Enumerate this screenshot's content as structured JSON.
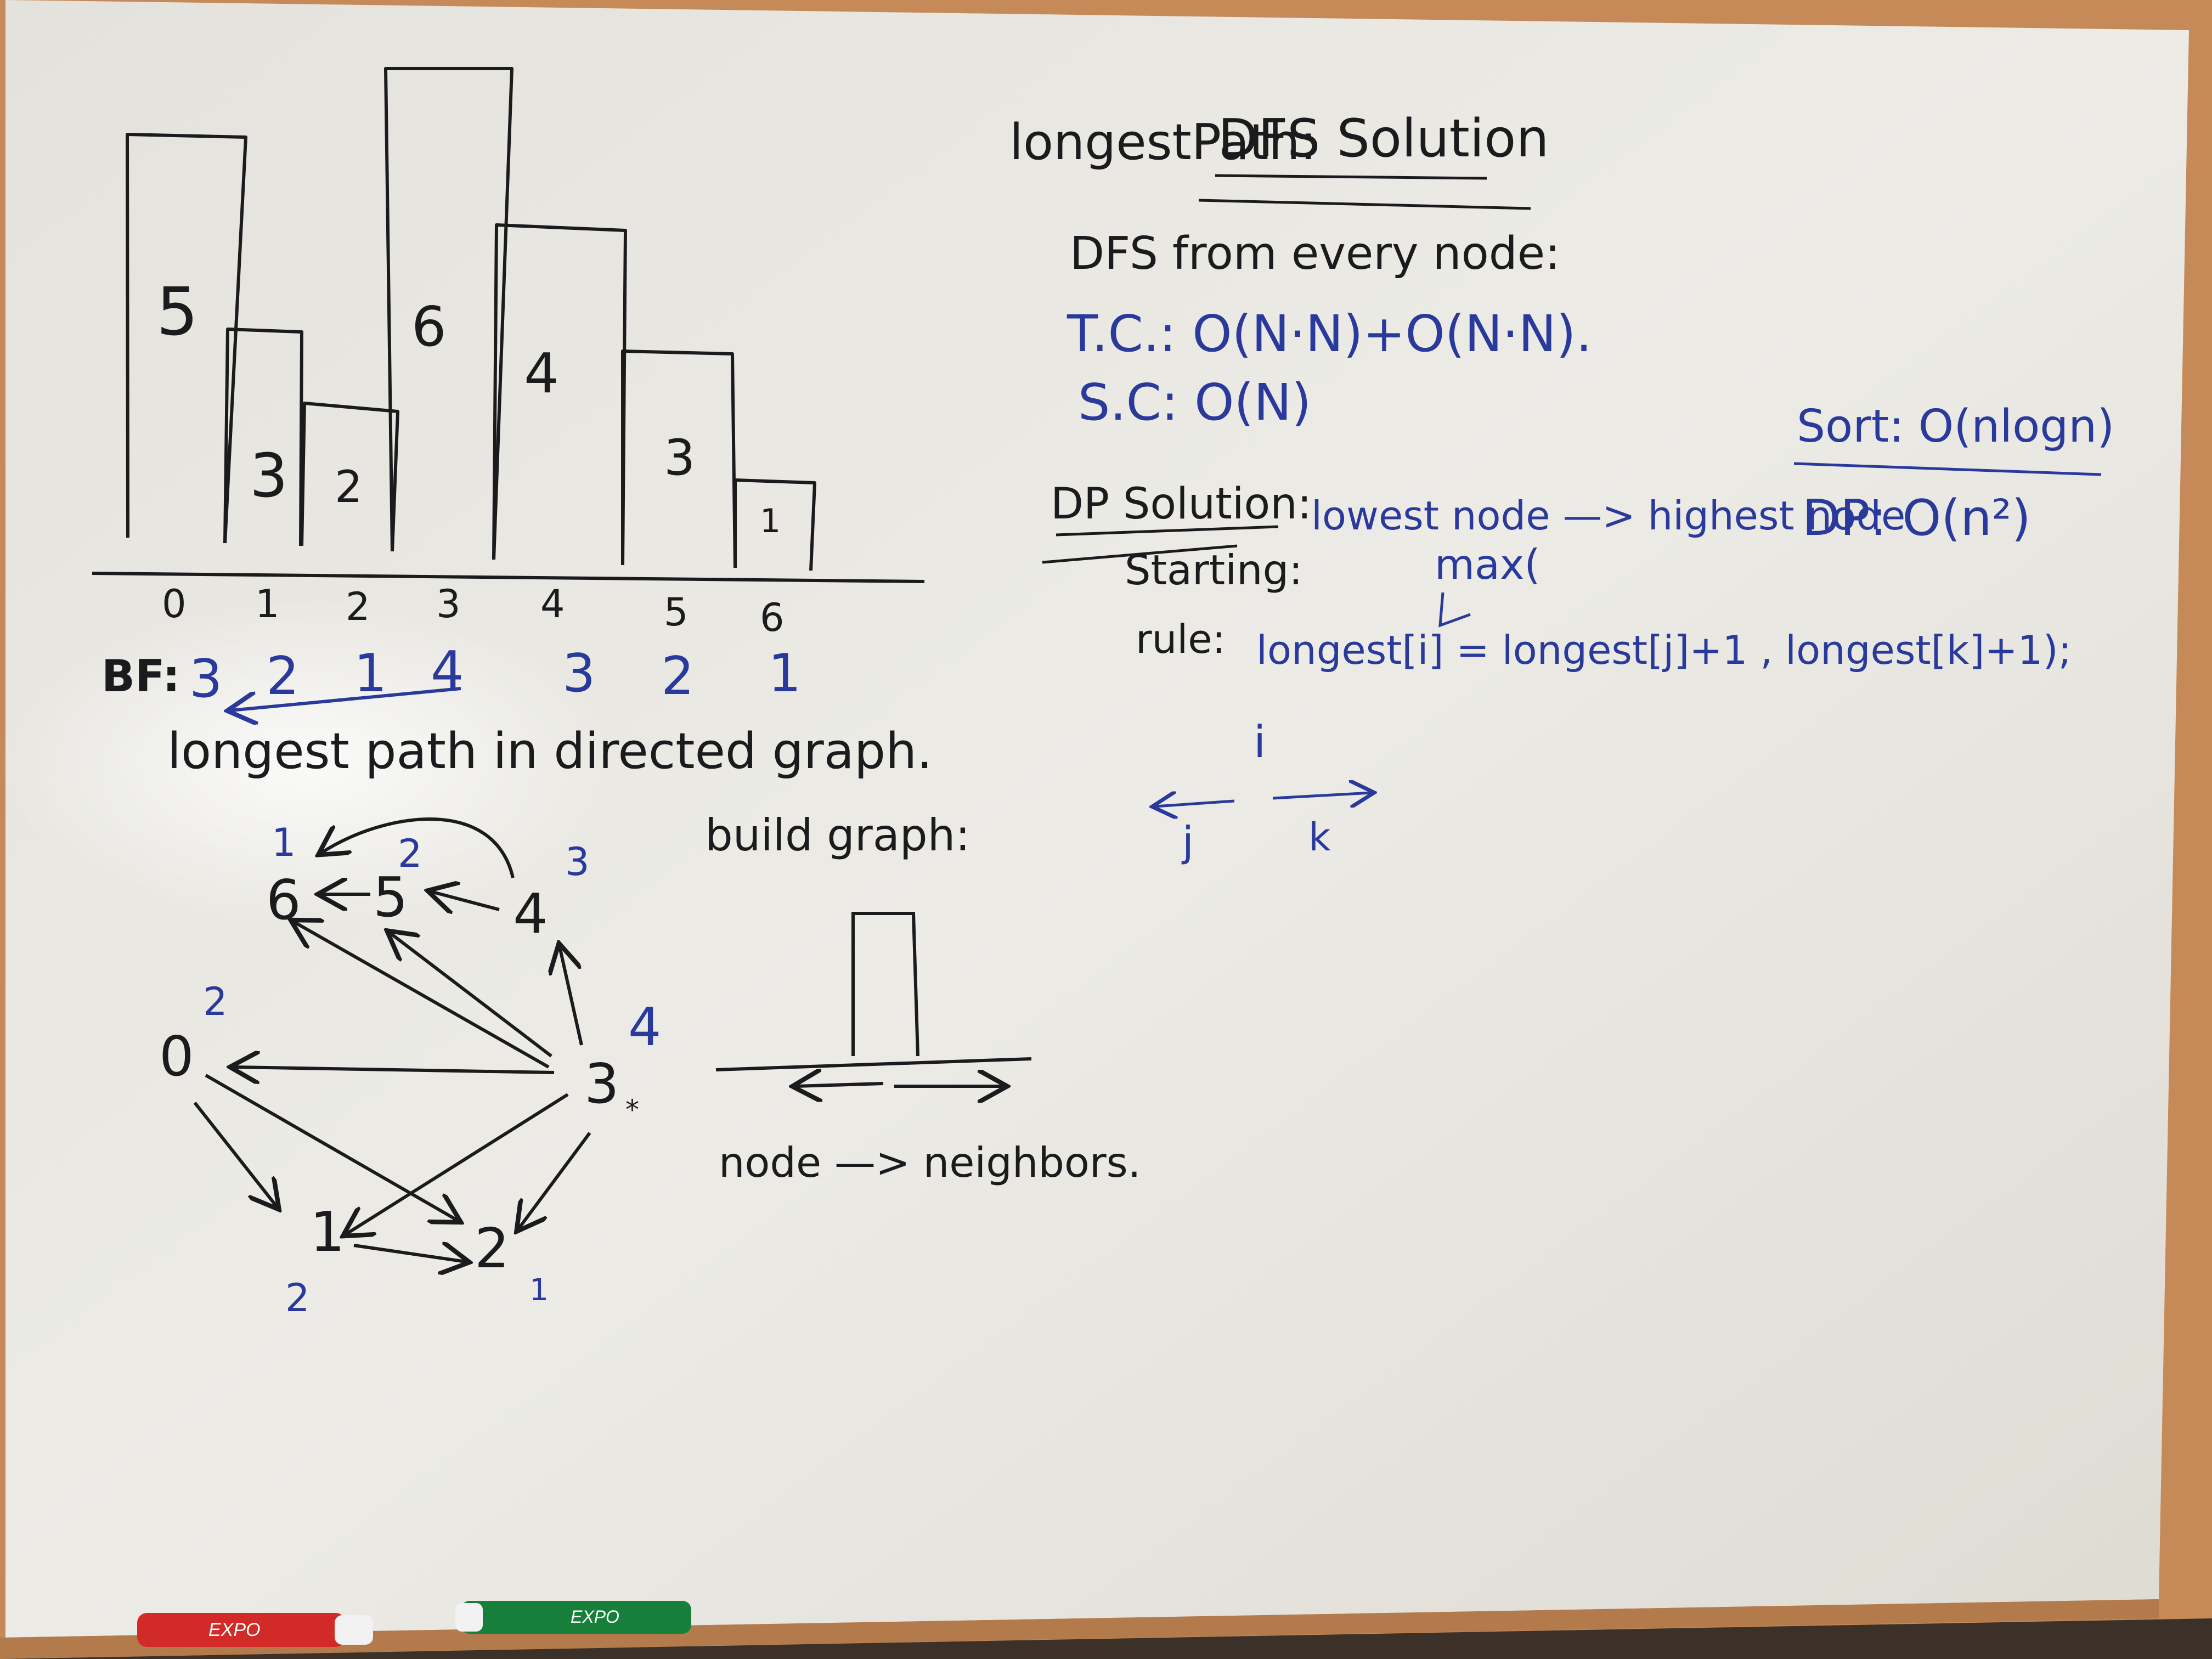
{
  "colors": {
    "black_ink": "#1b1b1d",
    "blue_ink": "#2a3a9c",
    "board": "#e9e6df",
    "frame": "#c58a58"
  },
  "histogram": {
    "bar_labels": [
      "5",
      "3",
      "2",
      "6",
      "4",
      "3",
      "1"
    ],
    "indices": [
      "0",
      "1",
      "2",
      "3",
      "4",
      "5",
      "6"
    ],
    "bf_label": "BF:",
    "bf_values": [
      "3",
      "2",
      "1",
      "4",
      "3",
      "2",
      "1"
    ],
    "caption": "longest path in directed graph."
  },
  "graph": {
    "nodes": [
      {
        "id": "6",
        "dist": "1"
      },
      {
        "id": "5",
        "dist": "2"
      },
      {
        "id": "4",
        "dist": "3"
      },
      {
        "id": "0",
        "dist": "2"
      },
      {
        "id": "3",
        "dist": "4"
      },
      {
        "id": "1",
        "dist": "2"
      },
      {
        "id": "2",
        "dist": "1"
      }
    ],
    "star": "*"
  },
  "build": {
    "title": "build graph:",
    "caption": "node —> neighbors."
  },
  "notes": {
    "heading_left": "longestPath:",
    "heading_right": "DFS Solution",
    "dfs_line": "DFS from every node:",
    "tc_line": "T.C.: O(N·N)+O(N·N).",
    "sc_line": "S.C: O(N)",
    "sort_line": "Sort: O(nlogn)",
    "dp_line": "DP: O(n²)",
    "dp_title": "DP Solution:",
    "starting_label": "Starting:",
    "starting_value": "lowest node —> highest node",
    "max_label": "max(",
    "rule_label": "rule:",
    "rule_value": "longest[i] = longest[j]+1 , longest[k]+1);",
    "diagram_i": "i",
    "diagram_j": "j",
    "diagram_k": "k"
  },
  "markers": [
    {
      "name": "red-marker",
      "text": "EXPO"
    },
    {
      "name": "green-marker",
      "text": "EXPO"
    }
  ]
}
